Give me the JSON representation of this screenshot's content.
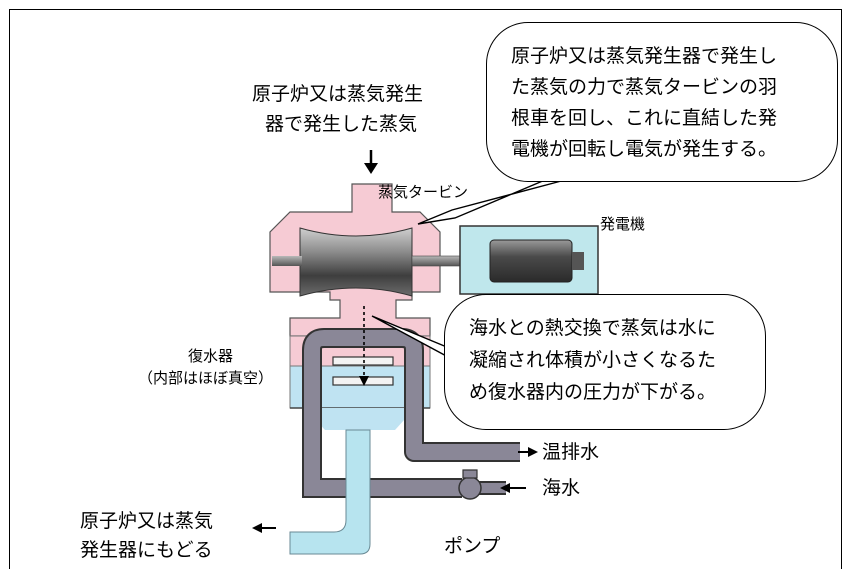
{
  "labels": {
    "steam_in": [
      "原子炉又は蒸気発生",
      "器で発生した蒸気"
    ],
    "turbine": "蒸気タービン",
    "generator": "発電機",
    "condenser": [
      "復水器",
      "（内部はほぼ真空）"
    ],
    "hot_drain": "温排水",
    "seawater": "海水",
    "pump": "ポンプ",
    "return": [
      "原子炉又は蒸気",
      "発生器にもどる"
    ]
  },
  "callouts": {
    "turbine_note": [
      "原子炉又は蒸気発生器で発生し",
      "た蒸気の力で蒸気タービンの羽",
      "根車を回し、これに直結した発",
      "電機が回転し電気が発生する。"
    ],
    "condenser_note": [
      "海水との熱交換で蒸気は水に",
      "凝縮され体積が小さくなるた",
      "め復水器内の圧力が下がる。"
    ]
  },
  "colors": {
    "steam_pink": "#f6cbd4",
    "generator_cyan": "#bfe7ec",
    "water_blue": "#bfe3f2",
    "pipe_gray": "#8a8797",
    "return_pipe_blue": "#b7e4ef",
    "outline": "#333333"
  }
}
